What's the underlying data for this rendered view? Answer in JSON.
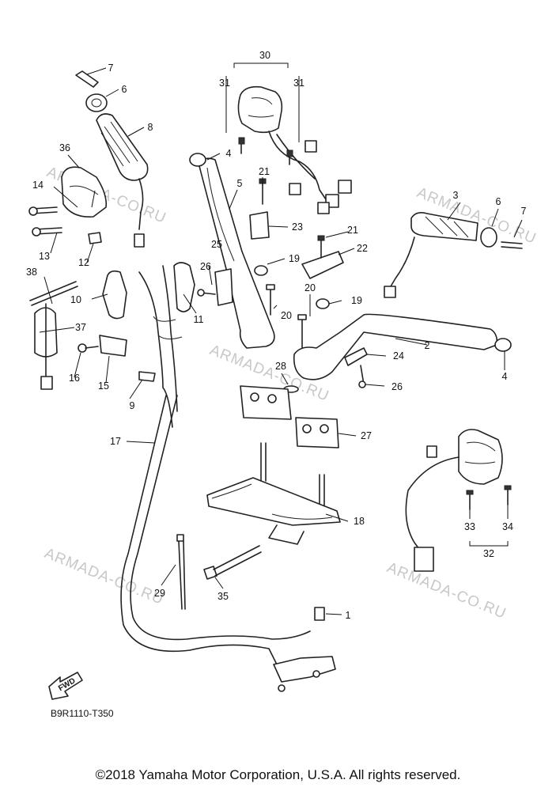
{
  "diagram": {
    "part_code": "B9R1110-T350",
    "fwd_label": "FWD",
    "watermark": "ARMADA-CO.RU",
    "callouts": [
      "1",
      "2",
      "3",
      "4",
      "4",
      "5",
      "6",
      "6",
      "7",
      "7",
      "8",
      "9",
      "10",
      "11",
      "12",
      "13",
      "14",
      "15",
      "16",
      "17",
      "18",
      "19",
      "19",
      "20",
      "20",
      "21",
      "21",
      "22",
      "23",
      "24",
      "25",
      "26",
      "26",
      "27",
      "28",
      "29",
      "30",
      "31",
      "31",
      "32",
      "33",
      "34",
      "35",
      "36",
      "37",
      "38"
    ]
  },
  "footer": {
    "copyright": "©2018 Yamaha Motor Corporation, U.S.A. All rights reserved."
  }
}
